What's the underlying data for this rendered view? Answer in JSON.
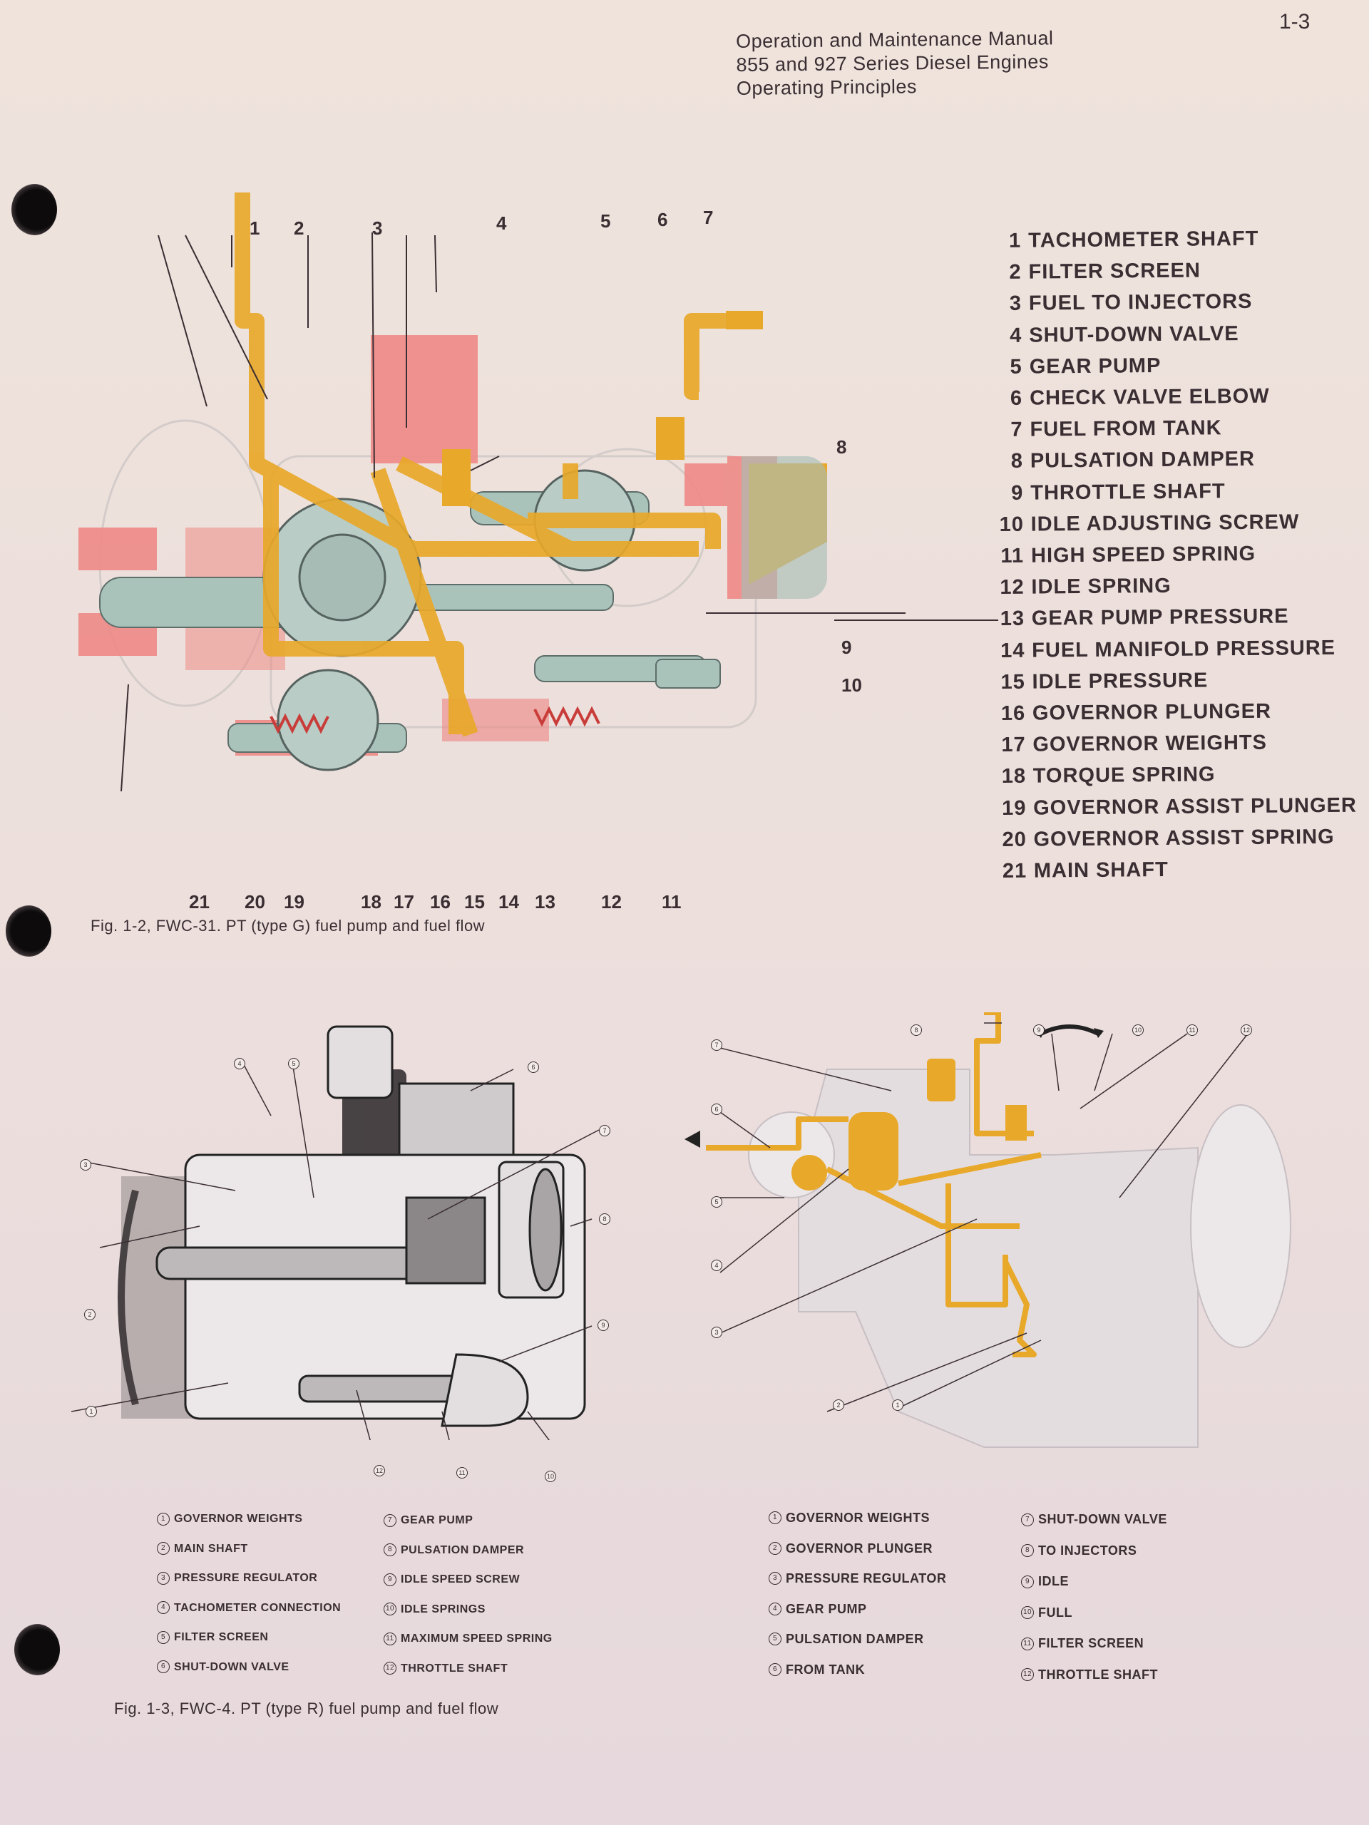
{
  "page_number": "1-3",
  "header": {
    "line1": "Operation and Maintenance Manual",
    "line2": "855 and 927 Series Diesel Engines",
    "line3": "Operating Principles"
  },
  "figure1": {
    "caption": "Fig. 1-2, FWC-31. PT (type G) fuel pump and fuel flow",
    "callouts_top": [
      "1",
      "2",
      "3",
      "4",
      "5",
      "6",
      "7"
    ],
    "callouts_right": [
      "8",
      "9",
      "10"
    ],
    "callouts_bottom": [
      "21",
      "20",
      "19",
      "18",
      "17",
      "16",
      "15",
      "14",
      "13",
      "12",
      "11"
    ],
    "legend": [
      {
        "num": "1",
        "text": "TACHOMETER SHAFT"
      },
      {
        "num": "2",
        "text": "FILTER SCREEN"
      },
      {
        "num": "3",
        "text": "FUEL TO INJECTORS"
      },
      {
        "num": "4",
        "text": "SHUT-DOWN VALVE"
      },
      {
        "num": "5",
        "text": "GEAR PUMP"
      },
      {
        "num": "6",
        "text": "CHECK VALVE ELBOW"
      },
      {
        "num": "7",
        "text": "FUEL FROM TANK"
      },
      {
        "num": "8",
        "text": "PULSATION DAMPER"
      },
      {
        "num": "9",
        "text": "THROTTLE SHAFT"
      },
      {
        "num": "10",
        "text": "IDLE ADJUSTING SCREW"
      },
      {
        "num": "11",
        "text": "HIGH SPEED SPRING"
      },
      {
        "num": "12",
        "text": "IDLE SPRING"
      },
      {
        "num": "13",
        "text": "GEAR PUMP PRESSURE"
      },
      {
        "num": "14",
        "text": "FUEL MANIFOLD PRESSURE"
      },
      {
        "num": "15",
        "text": "IDLE PRESSURE"
      },
      {
        "num": "16",
        "text": "GOVERNOR PLUNGER"
      },
      {
        "num": "17",
        "text": "GOVERNOR WEIGHTS"
      },
      {
        "num": "18",
        "text": "TORQUE SPRING"
      },
      {
        "num": "19",
        "text": "GOVERNOR ASSIST PLUNGER"
      },
      {
        "num": "20",
        "text": "GOVERNOR ASSIST SPRING"
      },
      {
        "num": "21",
        "text": "MAIN SHAFT"
      }
    ]
  },
  "figure2": {
    "caption": "Fig. 1-3, FWC-4. PT (type R) fuel pump and fuel flow",
    "left_legend_col1": [
      {
        "num": "1",
        "text": "GOVERNOR WEIGHTS"
      },
      {
        "num": "2",
        "text": "MAIN SHAFT"
      },
      {
        "num": "3",
        "text": "PRESSURE REGULATOR"
      },
      {
        "num": "4",
        "text": "TACHOMETER CONNECTION"
      },
      {
        "num": "5",
        "text": "FILTER SCREEN"
      },
      {
        "num": "6",
        "text": "SHUT-DOWN VALVE"
      }
    ],
    "left_legend_col2": [
      {
        "num": "7",
        "text": "GEAR PUMP"
      },
      {
        "num": "8",
        "text": "PULSATION DAMPER"
      },
      {
        "num": "9",
        "text": "IDLE SPEED SCREW"
      },
      {
        "num": "10",
        "text": "IDLE SPRINGS"
      },
      {
        "num": "11",
        "text": "MAXIMUM SPEED SPRING"
      },
      {
        "num": "12",
        "text": "THROTTLE SHAFT"
      }
    ],
    "right_legend_col1": [
      {
        "num": "1",
        "text": "GOVERNOR WEIGHTS"
      },
      {
        "num": "2",
        "text": "GOVERNOR PLUNGER"
      },
      {
        "num": "3",
        "text": "PRESSURE REGULATOR"
      },
      {
        "num": "4",
        "text": "GEAR PUMP"
      },
      {
        "num": "5",
        "text": "PULSATION DAMPER"
      },
      {
        "num": "6",
        "text": "FROM TANK"
      }
    ],
    "right_legend_col2": [
      {
        "num": "7",
        "text": "SHUT-DOWN VALVE"
      },
      {
        "num": "8",
        "text": "TO INJECTORS"
      },
      {
        "num": "9",
        "text": "IDLE"
      },
      {
        "num": "10",
        "text": "FULL"
      },
      {
        "num": "11",
        "text": "FILTER SCREEN"
      },
      {
        "num": "12",
        "text": "THROTTLE SHAFT"
      }
    ]
  }
}
